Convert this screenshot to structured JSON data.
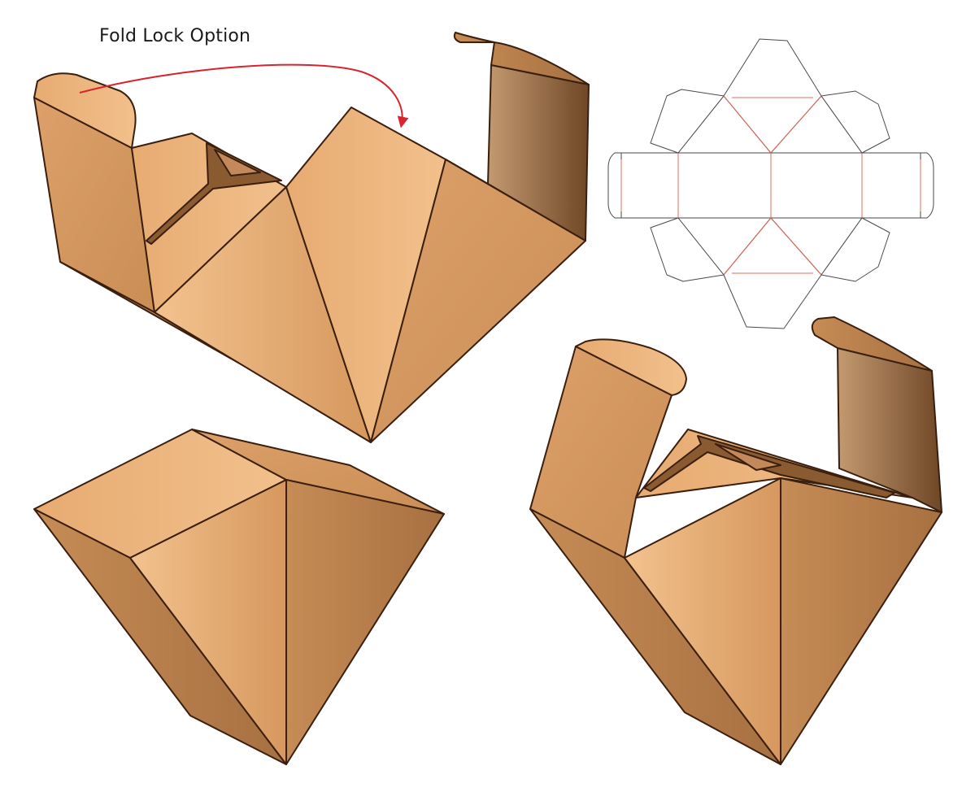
{
  "annotation": {
    "label": "Fold Lock Option",
    "arrow_color": "#d9232d"
  },
  "colors": {
    "kraft_light": "#edb57e",
    "kraft_mid": "#d79a5f",
    "kraft_dark": "#b97f4a",
    "kraft_shadow": "#8a5a30",
    "inner_light": "#b58a5e",
    "inner_dark": "#6a4526",
    "outline": "#3a1f0f",
    "dieline_cut": "#4a4a4a",
    "dieline_fold": "#e36b5b"
  },
  "views": [
    {
      "id": "open-box-top-left",
      "state": "open"
    },
    {
      "id": "dieline-top-right",
      "state": "flat"
    },
    {
      "id": "closed-box-bottom-left",
      "state": "closed"
    },
    {
      "id": "lock-box-bottom-right",
      "state": "partially-closed"
    }
  ]
}
